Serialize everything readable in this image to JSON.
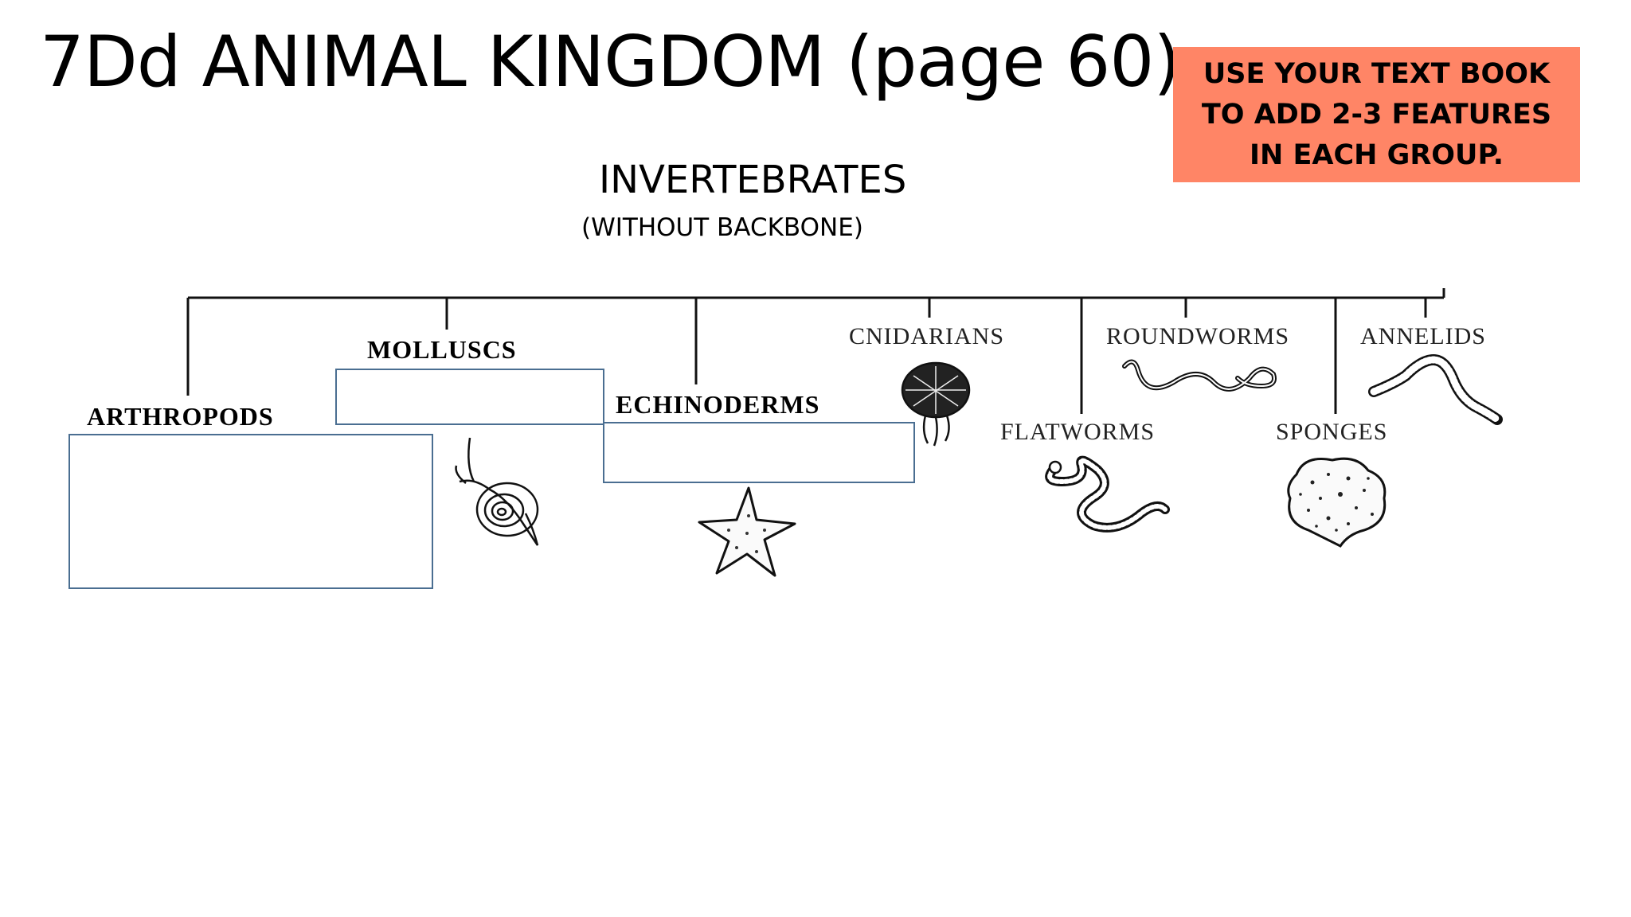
{
  "title": "7Dd ANIMAL KINGDOM (page 60)",
  "instruction": "USE YOUR TEXT BOOK TO ADD 2-3 FEATURES IN EACH GROUP.",
  "heading": "INVERTEBRATES",
  "subheading": "(WITHOUT BACKBONE)",
  "groups": {
    "arthropods": "ARTHROPODS",
    "molluscs": "MOLLUSCS",
    "echinoderms": "ECHINODERMS",
    "cnidarians": "CNIDARIANS",
    "roundworms": "ROUNDWORMS",
    "annelids": "ANNELIDS",
    "flatworms": "FLATWORMS",
    "sponges": "SPONGES"
  },
  "colors": {
    "instruction_bg": "#ff8566",
    "box_border": "#4a6e91"
  },
  "icons": [
    "snail-icon",
    "starfish-icon",
    "jellyfish-icon",
    "flatworm-icon",
    "roundworm-icon",
    "annelid-icon",
    "sponge-icon"
  ]
}
